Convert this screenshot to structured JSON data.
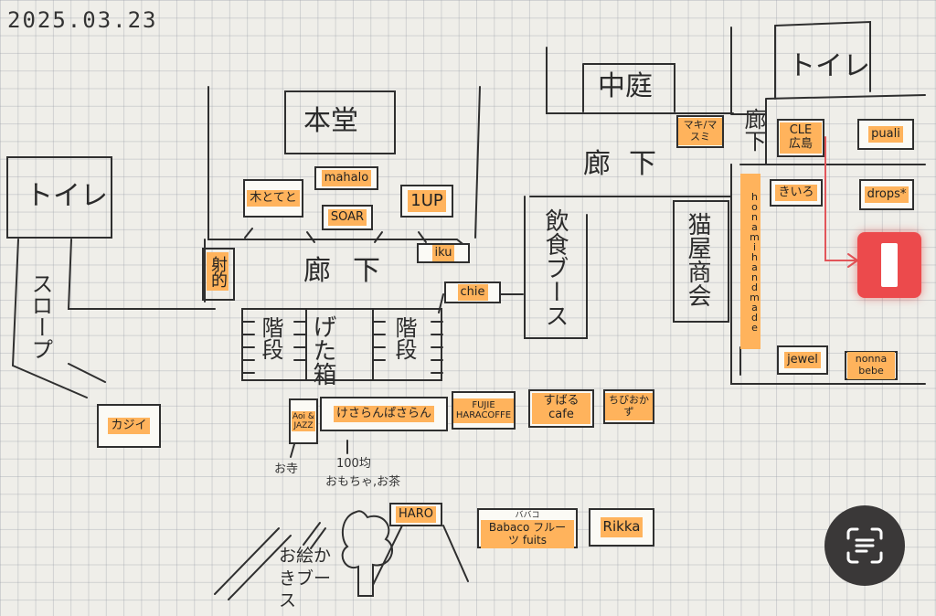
{
  "date": "2025.03.23",
  "rooms": {
    "toilet_left": "トイレ",
    "toilet_right": "トイレ",
    "hondo": "本堂",
    "nakaniwa": "中庭",
    "slope": "スロープ",
    "shateki": "射的",
    "getabako": "げた箱",
    "stairs_left": "階段",
    "stairs_right": "階段",
    "food_booth": "飲食ブース",
    "neko_shokai": "猫屋商会",
    "ekaki_booth": "お絵かきブース"
  },
  "corridors": {
    "center": "廊下",
    "top": "廊下",
    "right_vertical": "廊下"
  },
  "shops": {
    "mahalo": "mahalo",
    "motoreto": "木とてと",
    "soar": "SOAR",
    "oneup": "1UP",
    "iku": "iku",
    "chie": "chie",
    "makimasumi": "マキ/マスミ",
    "cle": "CLE 広島",
    "puali": "puali",
    "kiiro": "きいろ",
    "drops": "drops*",
    "honami": "honamihandmade",
    "jewel": "jewel",
    "nonna": "nonna bebe",
    "kaji": "カジイ",
    "aoi_jazz": "Aoi & JAZZ",
    "kesaran": "けさらんぱさらん",
    "fujie": "FUJIE HARACOFFE",
    "subaru": "すばる cafe",
    "chibi": "ちびおかず",
    "haro": "HARO",
    "babaco": "Babaco フルーツ fuits",
    "babaco_top": "ババコ",
    "rikka": "Rikka"
  },
  "notes": {
    "otera": "お寺",
    "yen100": "100均",
    "omocha": "おもちゃ,お茶"
  },
  "colors": {
    "paper": "#efeee9",
    "highlight": "#ffb35c",
    "ink": "#2f2f2f",
    "pin": "#ec4a4c"
  },
  "icons": {
    "location_pin": "red-location-marker",
    "scan": "text-scan-icon"
  }
}
